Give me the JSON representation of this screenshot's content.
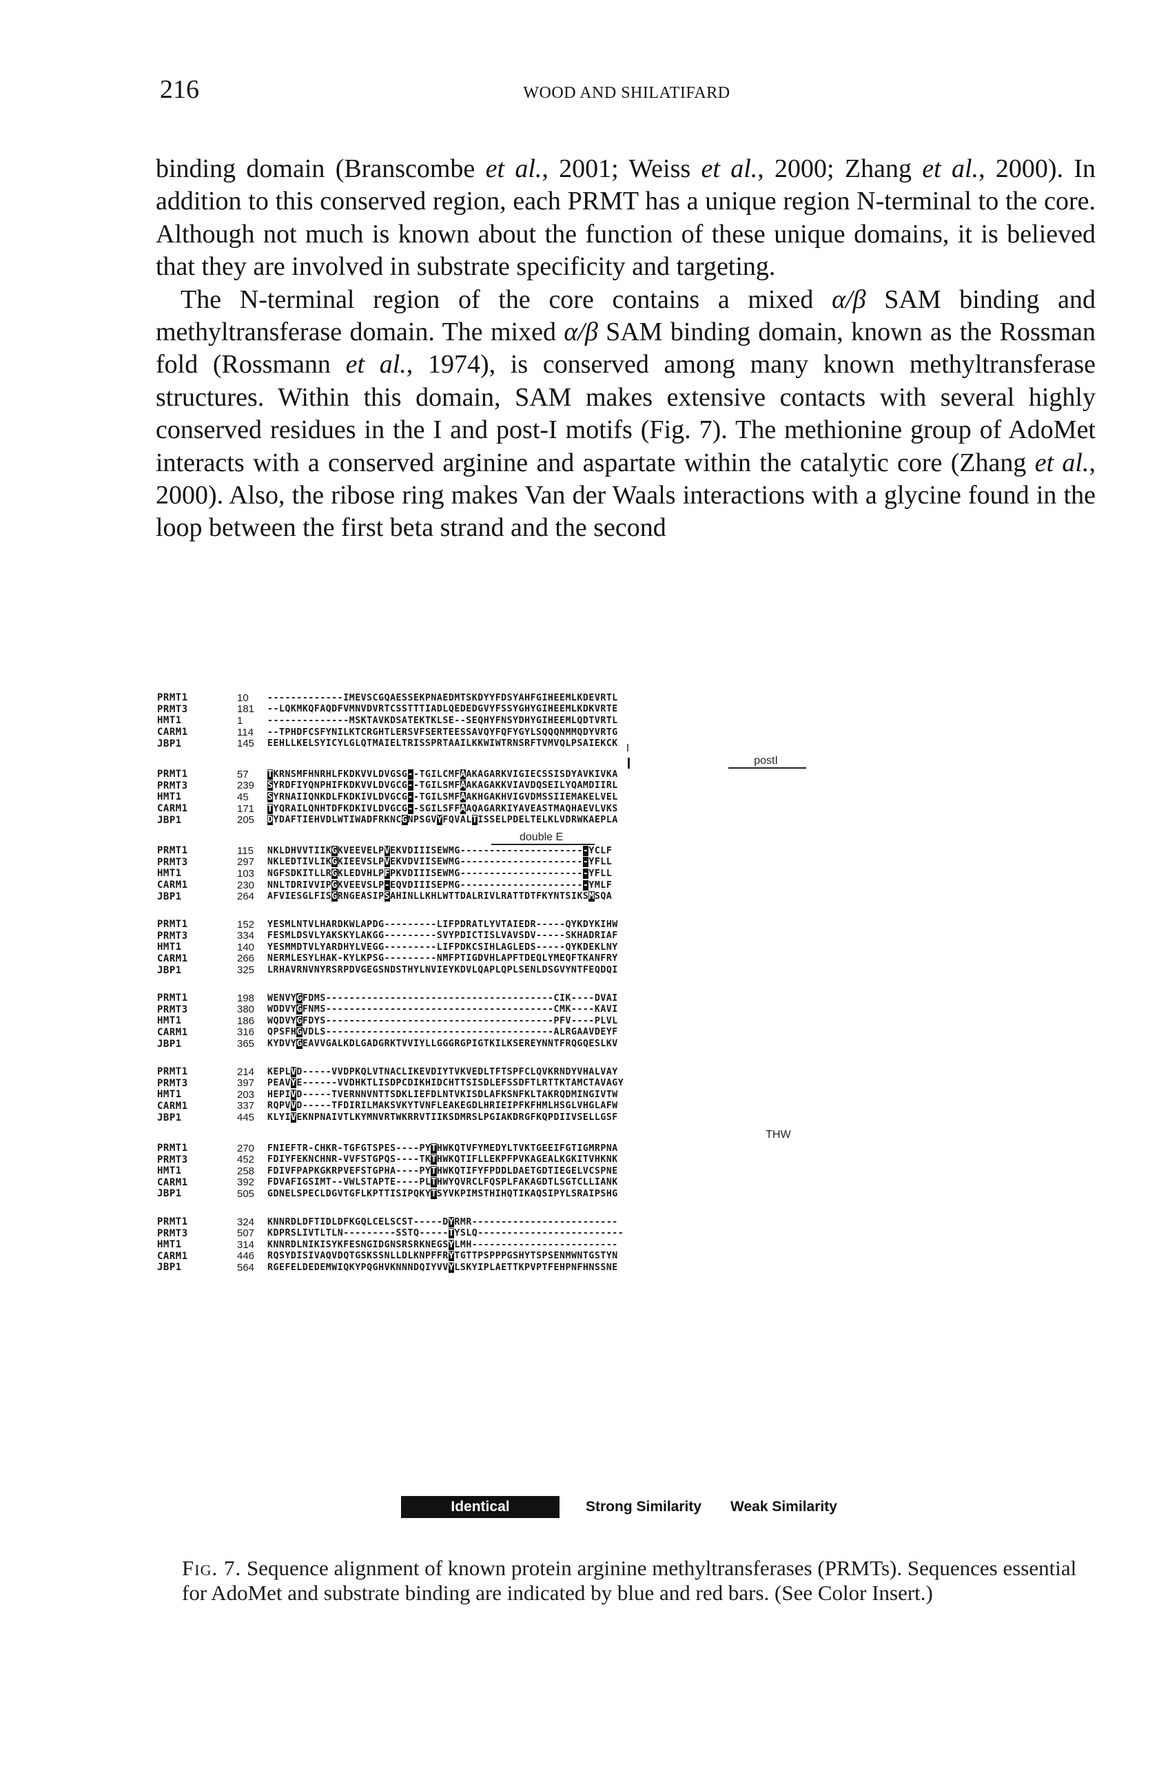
{
  "header": {
    "page_number": "216",
    "running_head": "WOOD AND SHILATIFARD"
  },
  "body": {
    "paragraphs": [
      [
        {
          "t": "binding domain (Branscombe "
        },
        {
          "t": "et al.",
          "i": true
        },
        {
          "t": ", 2001; Weiss "
        },
        {
          "t": "et al.",
          "i": true
        },
        {
          "t": ", 2000; Zhang "
        },
        {
          "t": "et al.",
          "i": true
        },
        {
          "t": ", 2000). In addition to this conserved region, each PRMT has a unique region N-terminal to the core. Although not much is known about the function of these unique domains, it is believed that they are involved in substrate specificity and targeting."
        }
      ],
      [
        {
          "t": "The N-terminal region of the core contains a mixed "
        },
        {
          "t": "α/β",
          "i": true
        },
        {
          "t": " SAM binding and methyltransferase domain. The mixed "
        },
        {
          "t": "α/β",
          "i": true
        },
        {
          "t": " SAM binding domain, known as the Rossman fold (Rossmann "
        },
        {
          "t": "et al.",
          "i": true
        },
        {
          "t": ", 1974), is conserved among many known methyltransferase structures. Within this domain, SAM makes extensive contacts with several highly conserved residues in the I and post-I motifs (Fig. 7). The methionine group of AdoMet interacts with a conserved arginine and aspartate within the catalytic core (Zhang "
        },
        {
          "t": "et al.",
          "i": true
        },
        {
          "t": ", 2000). Also, the ribose ring makes Van der Waals interactions with a glycine found in the loop between the first beta strand and the second"
        }
      ]
    ]
  },
  "alignment": {
    "blocks": [
      {
        "rows": [
          {
            "name": "PRMT1",
            "pos": "10",
            "seq": "-------------IMEVSCGQAESSEKPNAEDMTSKDYYFDSYAHFGIHEEMLKDEVRTL"
          },
          {
            "name": "PRMT3",
            "pos": "181",
            "seq": "--LQKMKQFAQDFVMNVDVRTCSSTTTIADLQEDEDGVYFSSYGHYGIHEEMLKDKVRTE"
          },
          {
            "name": "HMT1",
            "pos": "1",
            "seq": "--------------MSKTAVKDSATEKTKLSE--SEQHYFNSYDHYGIHEEMLQDTVRTL"
          },
          {
            "name": "CARM1",
            "pos": "114",
            "seq": "--TPHDFCSFYNILKTCRGHTLERSVFSERTEESSAVQYFQFYGYLSQQQNMMQDYVRTG"
          },
          {
            "name": "JBP1",
            "pos": "145",
            "seq": "EEHLLKELSYICYLGLQTMAIELTRISSPRTAAILKKWIWTRNSRFTVMVQLPSAIEKCK"
          }
        ],
        "marker": {
          "labels": [
            {
              "text": "I",
              "at": 0.438
            },
            {
              "text": "postI",
              "at": 0.606
            }
          ],
          "bars": [
            {
              "from": 0.56,
              "to": 0.655
            }
          ],
          "ticks": [
            0.438
          ]
        }
      },
      {
        "rows": [
          {
            "name": "PRMT1",
            "pos": "57",
            "seq": "TKRNSMFHNRHLFKDKVVLDVGSG--TGILCMFAAKAGARKVIGIECSSISDYAVKIVKA",
            "hl": [
              [
                0,
                1
              ],
              [
                24,
                25
              ],
              [
                33,
                34
              ]
            ]
          },
          {
            "name": "PRMT3",
            "pos": "239",
            "seq": "SYRDFIYQNPHIFKDKVVLDVGCG--TGILSMFAAKAGAKKVIAVDQSEILYQAMDIIRL",
            "hl": [
              [
                0,
                1
              ],
              [
                24,
                25
              ],
              [
                33,
                34
              ]
            ]
          },
          {
            "name": "HMT1",
            "pos": "45",
            "seq": "SYRNAIIQNKDLFKDKIVLDVGCG--TGILSMFAAKHGAKHVIGVDMSSIIEMAKELVEL",
            "hl": [
              [
                0,
                1
              ],
              [
                24,
                25
              ],
              [
                33,
                34
              ]
            ]
          },
          {
            "name": "CARM1",
            "pos": "171",
            "seq": "TYQRAILQNHTDFKDKIVLDVGCG--SGILSFFAAQAGARKIYAVEASTMAQHAEVLVKS",
            "hl": [
              [
                0,
                1
              ],
              [
                24,
                25
              ],
              [
                33,
                34
              ]
            ]
          },
          {
            "name": "JBP1",
            "pos": "205",
            "seq": "DYDAFTIEHVDLWTIWADFRKNCGNPSGVYFQVALTISSELPDELTELKLVDRWKAEPLA",
            "hl": [
              [
                0,
                1
              ],
              [
                23,
                24
              ],
              [
                29,
                30
              ],
              [
                35,
                36
              ]
            ]
          }
        ],
        "marker": {
          "labels": [
            {
              "text": "double E",
              "at": 0.333
            }
          ],
          "bars": [
            {
              "from": 0.272,
              "to": 0.398
            }
          ],
          "ticks": []
        }
      },
      {
        "rows": [
          {
            "name": "PRMT1",
            "pos": "115",
            "seq": "NKLDHVVTIIKGKVEEVELPVEKVDIIISEWMG----------------------YCLF",
            "hl": [
              [
                11,
                12
              ],
              [
                20,
                21
              ],
              [
                54,
                55
              ]
            ]
          },
          {
            "name": "PRMT3",
            "pos": "297",
            "seq": "NKLEDTIVLIKGKIEEVSLPVEKVDVIISEWMG----------------------YFLL",
            "hl": [
              [
                11,
                12
              ],
              [
                20,
                21
              ],
              [
                54,
                55
              ]
            ]
          },
          {
            "name": "HMT1",
            "pos": "103",
            "seq": "NGFSDKITLLRGKLEDVHLPFPKVDIIISEWMG----------------------YFLL",
            "hl": [
              [
                11,
                12
              ],
              [
                20,
                21
              ],
              [
                54,
                55
              ]
            ]
          },
          {
            "name": "CARM1",
            "pos": "230",
            "seq": "NNLTDRIVVIPGKVEEVSLP-EQVDIIISEPMG----------------------YMLF",
            "hl": [
              [
                11,
                12
              ],
              [
                20,
                21
              ],
              [
                54,
                55
              ]
            ]
          },
          {
            "name": "JBP1",
            "pos": "264",
            "seq": "AFVIESGLFISGRNGEASIPSAHINLLKHLWTTDALRIVLRATTDTFKYNTSIKSMSQA",
            "hl": [
              [
                11,
                12
              ],
              [
                20,
                21
              ],
              [
                55,
                56
              ]
            ]
          }
        ]
      },
      {
        "rows": [
          {
            "name": "PRMT1",
            "pos": "152",
            "seq": "YESMLNTVLHARDKWLAPDG---------LIFPDRATLYVTAIEDR-----QYKDYKIHW"
          },
          {
            "name": "PRMT3",
            "pos": "334",
            "seq": "FESMLDSVLYAKSKYLAKGG---------SVYPDICTISLVAVSDV-----SKHADRIAF"
          },
          {
            "name": "HMT1",
            "pos": "140",
            "seq": "YESMMDTVLYARDHYLVEGG---------LIFPDKCSIHLAGLEDS-----QYKDEKLNY"
          },
          {
            "name": "CARM1",
            "pos": "266",
            "seq": "NERMLESYLHAK-KYLKPSG---------NMFPTIGDVHLAPFTDEQLYMEQFTKANFRY"
          },
          {
            "name": "JBP1",
            "pos": "325",
            "seq": "LRHAVRNVNYRSRPDVGEGSNDSTHYLNVIEYKDVLQAPLQPLSENLDSGVYNTFEQDQI"
          }
        ]
      },
      {
        "rows": [
          {
            "name": "PRMT1",
            "pos": "198",
            "seq": "WENVYGFDMS---------------------------------------CIK----DVAI",
            "hl": [
              [
                5,
                6
              ]
            ]
          },
          {
            "name": "PRMT3",
            "pos": "380",
            "seq": "WDDVYGFNMS---------------------------------------CMK----KAVI",
            "hl": [
              [
                5,
                6
              ]
            ]
          },
          {
            "name": "HMT1",
            "pos": "186",
            "seq": "WQDVYGFDYS---------------------------------------PFV----PLVL",
            "hl": [
              [
                5,
                6
              ]
            ]
          },
          {
            "name": "CARM1",
            "pos": "316",
            "seq": "QPSFHGVDLS---------------------------------------ALRGAAVDEYF",
            "hl": [
              [
                5,
                6
              ]
            ]
          },
          {
            "name": "JBP1",
            "pos": "365",
            "seq": "KYDVYGEAVVGALKDLGADGRKTVVIYLLGGGRGPIGTKILKSEREYNNTFRQGQESLKV",
            "hl": [
              [
                5,
                6
              ]
            ]
          }
        ]
      },
      {
        "rows": [
          {
            "name": "PRMT1",
            "pos": "214",
            "seq": "KEPLVD-----VVDPKQLVTNACLIKEVDIYTVKVEDLTFTSPFCLQVKRNDYVHALVAY",
            "hl": [
              [
                4,
                5
              ]
            ]
          },
          {
            "name": "PRMT3",
            "pos": "397",
            "seq": "PEAVYE------VVDHKTLISDPCDIKHIDCHTTSISDLEFSSDFTLRTTKTAMCTAVAGY",
            "hl": [
              [
                4,
                5
              ]
            ]
          },
          {
            "name": "HMT1",
            "pos": "203",
            "seq": "HEPIVD-----TVERNNVNTTSDKLIEFDLNTVKISDLAFKSNFKLTAKRQDMINGIVTW",
            "hl": [
              [
                4,
                5
              ]
            ]
          },
          {
            "name": "CARM1",
            "pos": "337",
            "seq": "RQPVVD-----TFDIRILMAKSVKYTVNFLEAKEGDLHRIEIPFKFHMLHSGLVHGLAFW",
            "hl": [
              [
                4,
                5
              ]
            ]
          },
          {
            "name": "JBP1",
            "pos": "445",
            "seq": "KLYIVEKNPNAIVTLKYMNVRTWKRRVTIIKSDMRSLPGIAKDRGFKQPDIIVSELLGSF",
            "hl": [
              [
                4,
                5
              ]
            ]
          }
        ],
        "marker": {
          "labels": [
            {
              "text": "THW",
              "at": 0.621
            }
          ],
          "bars": [],
          "ticks": []
        }
      },
      {
        "rows": [
          {
            "name": "PRMT1",
            "pos": "270",
            "seq": "FNIEFTR-CHKR-TGFGTSPES----PYTHWKQTVFYMEDYLTVKTGEEIFGTIGMRPNA",
            "hl": [
              [
                28,
                29
              ]
            ]
          },
          {
            "name": "PRMT3",
            "pos": "452",
            "seq": "FDIYFEKNCHNR-VVFSTGPQS----TKTHWKQTIFLLEKPFPVKAGEALKGKITVHKNK",
            "hl": [
              [
                28,
                29
              ]
            ]
          },
          {
            "name": "HMT1",
            "pos": "258",
            "seq": "FDIVFPAPKGKRPVEFSTGPHA----PYTHWKQTIFYFPDDLDAETGDTIEGELVCSPNE",
            "hl": [
              [
                28,
                29
              ]
            ]
          },
          {
            "name": "CARM1",
            "pos": "392",
            "seq": "FDVAFIGSIMT--VWLSTAPTE----PLTHWYQVRCLFQSPLFAKAGDTLSGTCLLIANK",
            "hl": [
              [
                28,
                29
              ]
            ]
          },
          {
            "name": "JBP1",
            "pos": "505",
            "seq": "GDNELSPECLDGVTGFLKPTTISIPQKYTSYVKPIMSTHIHQTIKAQSIPYLSRAIPSHG",
            "hl": [
              [
                28,
                29
              ]
            ]
          }
        ]
      },
      {
        "rows": [
          {
            "name": "PRMT1",
            "pos": "324",
            "seq": "KNNRDLDFTIDLDFKGQLCELSCST-----DYRMR-------------------------",
            "hl": [
              [
                31,
                32
              ]
            ]
          },
          {
            "name": "PRMT3",
            "pos": "507",
            "seq": "KDPRSLIVTLTLN---------SSTQ-----TYSLQ-------------------------",
            "hl": [
              [
                31,
                32
              ]
            ]
          },
          {
            "name": "HMT1",
            "pos": "314",
            "seq": "KNNRDLNIKISYKFESNGIDGNSRSRKNEGSYLMH-------------------------",
            "hl": [
              [
                31,
                32
              ]
            ]
          },
          {
            "name": "CARM1",
            "pos": "446",
            "seq": "RQSYDISIVAQVDQTGSKSSNLLDLKNPFFRYTGTTPSPPPGSHYTSPSENMWNTGSTYN",
            "hl": [
              [
                31,
                32
              ]
            ]
          },
          {
            "name": "JBP1",
            "pos": "564",
            "seq": "RGEFELDEDEMWIQKYPQGHVKNNNDQIYVVYLSKYIPLAETTKPVPTFEHPNFHNSSNE",
            "hl": [
              [
                31,
                32
              ]
            ]
          }
        ]
      }
    ]
  },
  "legend": {
    "identical": "Identical",
    "strong": "Strong Similarity",
    "weak": "Weak Similarity"
  },
  "caption": {
    "label": "Fig. 7.",
    "text": "Sequence alignment of known protein arginine methyltransferases (PRMTs). Sequences essential for AdoMet and substrate binding are indicated by blue and red bars. (See Color Insert.)"
  }
}
